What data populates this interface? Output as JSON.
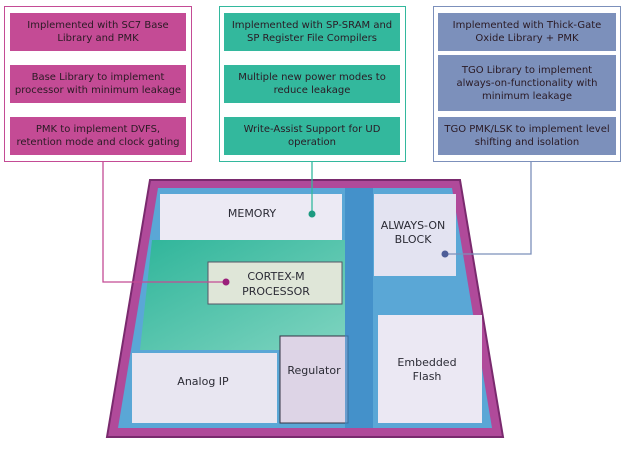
{
  "panels": [
    {
      "name": "processor",
      "color": "#c44b95",
      "items": [
        "Implemented with SC7 Base Library and PMK",
        "Base Library to implement processor with minimum leakage",
        "PMK to implement DVFS, retention mode and clock gating"
      ]
    },
    {
      "name": "memory",
      "color": "#33b89d",
      "items": [
        "Implemented with SP-SRAM and SP Register File Compilers",
        "Multiple new power modes to reduce leakage",
        "Write-Assist Support for UD operation"
      ]
    },
    {
      "name": "always-on",
      "color": "#7c90bb",
      "items": [
        "Implemented with Thick-Gate Oxide Library + PMK",
        "TGO Library to implement always-on-functionality with minimum leakage",
        "TGO PMK/LSK to implement level shifting and isolation"
      ]
    }
  ],
  "chip": {
    "memory": "MEMORY",
    "always_on": [
      "ALWAYS-ON",
      "BLOCK"
    ],
    "cortex": [
      "CORTEX-M",
      "PROCESSOR"
    ],
    "analog": "Analog IP",
    "regulator": "Regulator",
    "flash": [
      "Embedded",
      "Flash"
    ]
  }
}
